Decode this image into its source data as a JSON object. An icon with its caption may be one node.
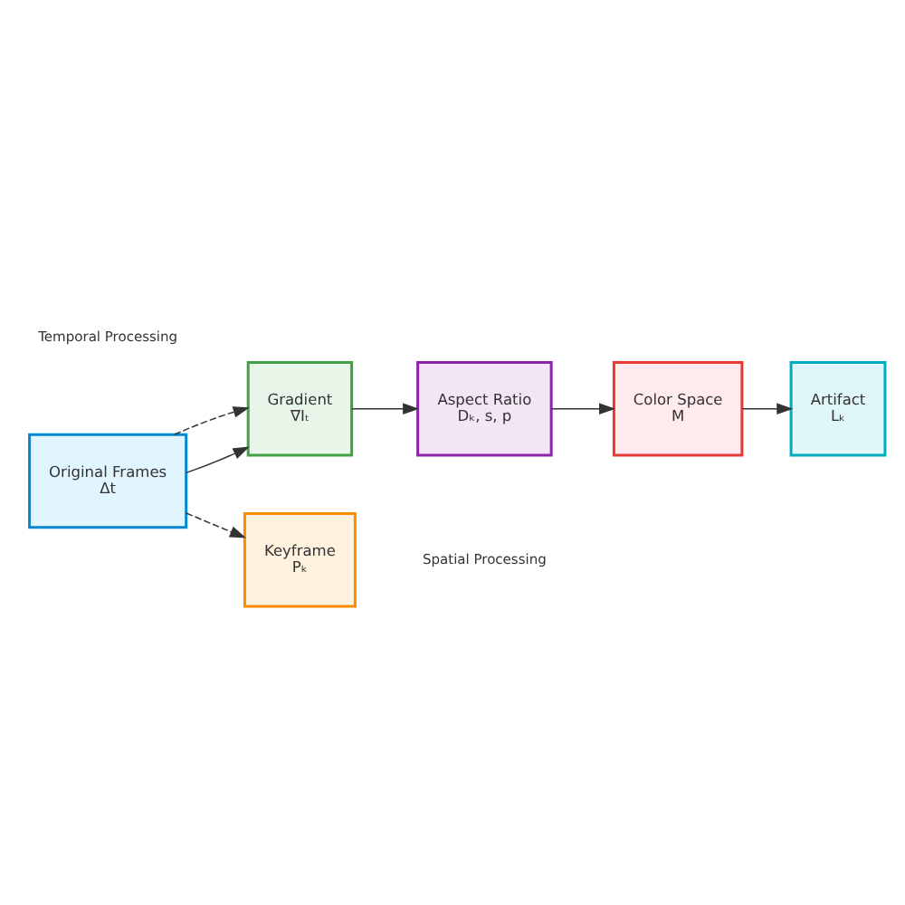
{
  "diagram": {
    "nodes": [
      {
        "text": [
          "Original Frames",
          "Δt"
        ]
      },
      {
        "text": [
          "Gradient",
          "∇Iₜ"
        ]
      },
      {
        "text": [
          "Keyframe",
          "Pₖ"
        ]
      },
      {
        "text": [
          "Aspect Ratio",
          "Dₖ, s, p"
        ]
      },
      {
        "text": [
          "Color Space",
          "M"
        ]
      },
      {
        "text": [
          "Artifact",
          "Lₖ"
        ]
      }
    ],
    "edges": [
      {
        "from": 0,
        "to": 1,
        "arrow": "to"
      },
      {
        "from": 0,
        "to": 1,
        "arrow": "to",
        "style": "dashed"
      },
      {
        "from": 0,
        "to": 2,
        "arrow": "to",
        "style": "dashed"
      },
      {
        "from": 1,
        "to": 3,
        "arrow": "to"
      },
      {
        "from": 3,
        "to": 4,
        "arrow": "to"
      },
      {
        "from": 4,
        "to": 5,
        "arrow": "to"
      }
    ],
    "labels": [
      "Temporal Processing",
      "Spatial Processing"
    ]
  }
}
